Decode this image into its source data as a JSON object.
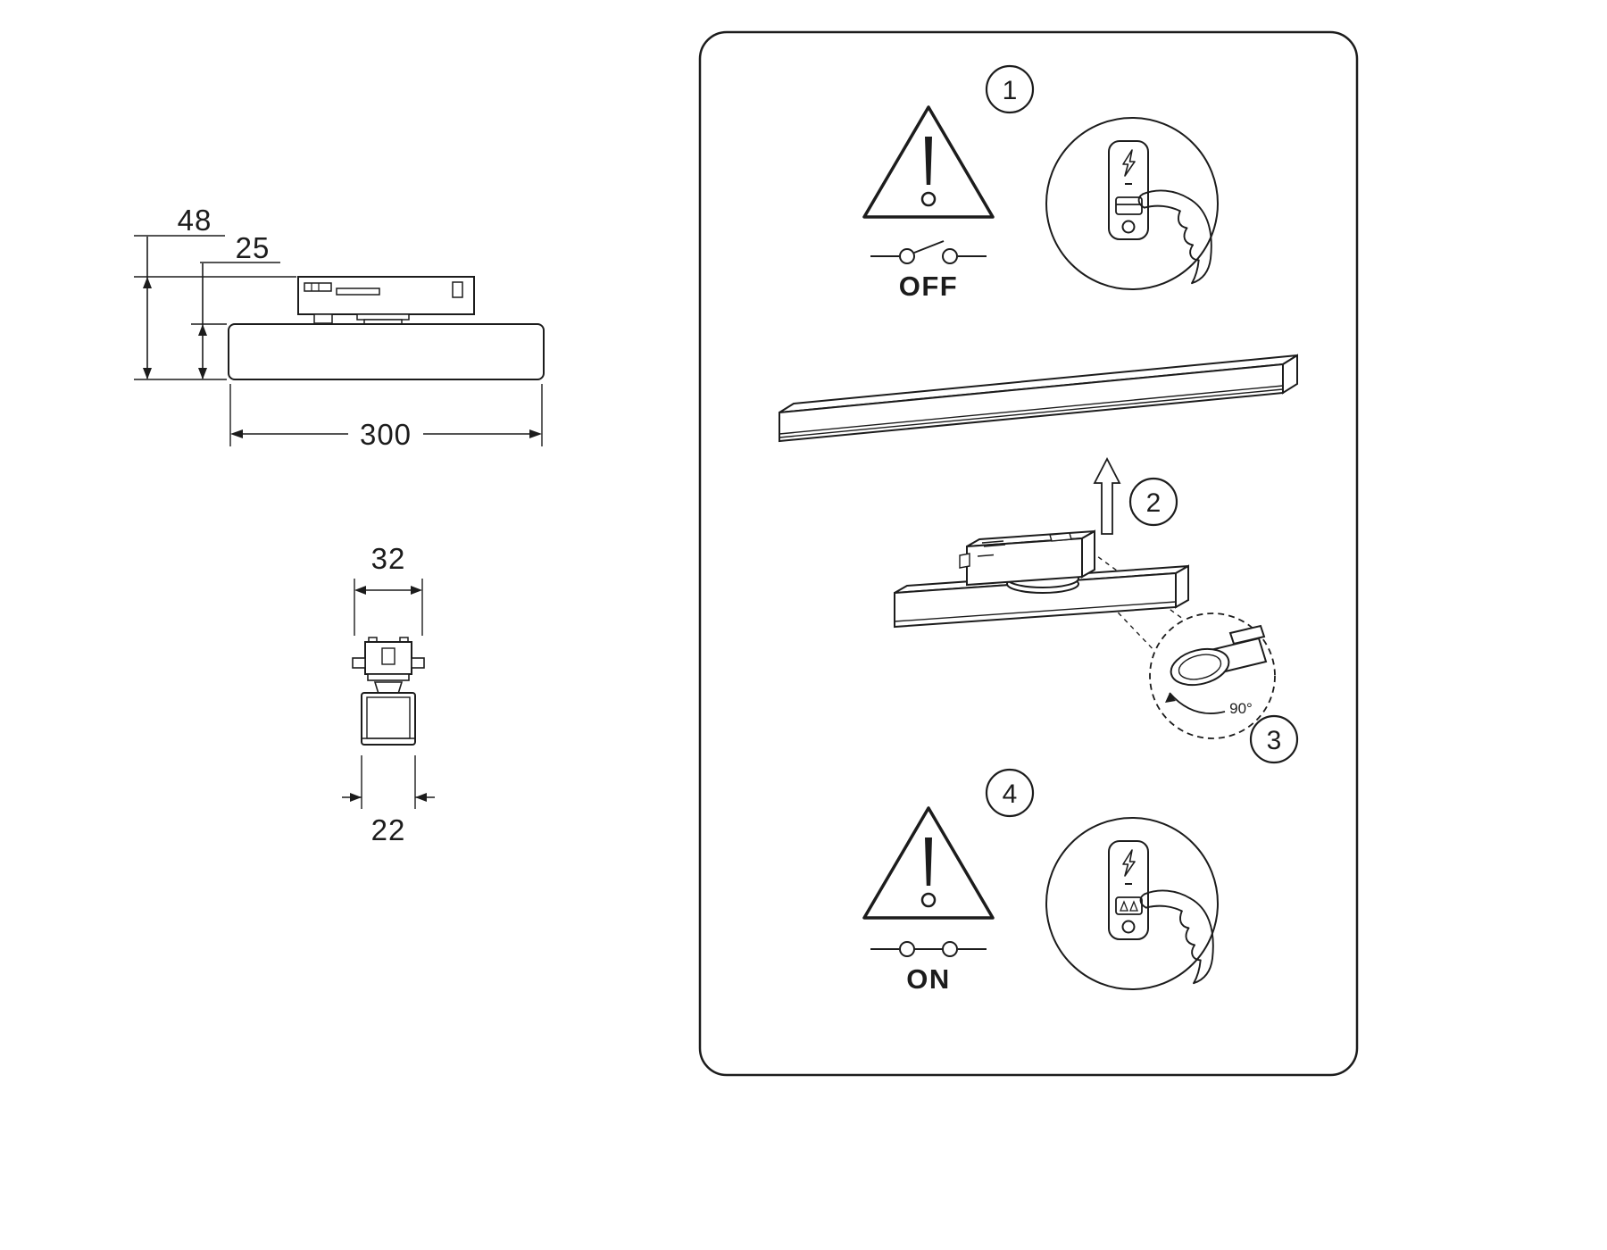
{
  "drawing": {
    "dimensions": {
      "total_height": "48",
      "body_height": "25",
      "length": "300",
      "adapter_width": "32",
      "body_width": "22"
    }
  },
  "instructions": {
    "step1": {
      "number": "1",
      "power_label": "OFF"
    },
    "step2": {
      "number": "2"
    },
    "step3": {
      "number": "3",
      "rotation": "90°"
    },
    "step4": {
      "number": "4",
      "power_label": "ON"
    }
  },
  "icons": {
    "warning": "warning-triangle",
    "power_switch": "switch-plate-with-lightning",
    "hand": "pressing-hand",
    "arrow_up": "hollow-up-arrow"
  },
  "colors": {
    "ink": "#1c1c1c",
    "background": "#ffffff"
  }
}
